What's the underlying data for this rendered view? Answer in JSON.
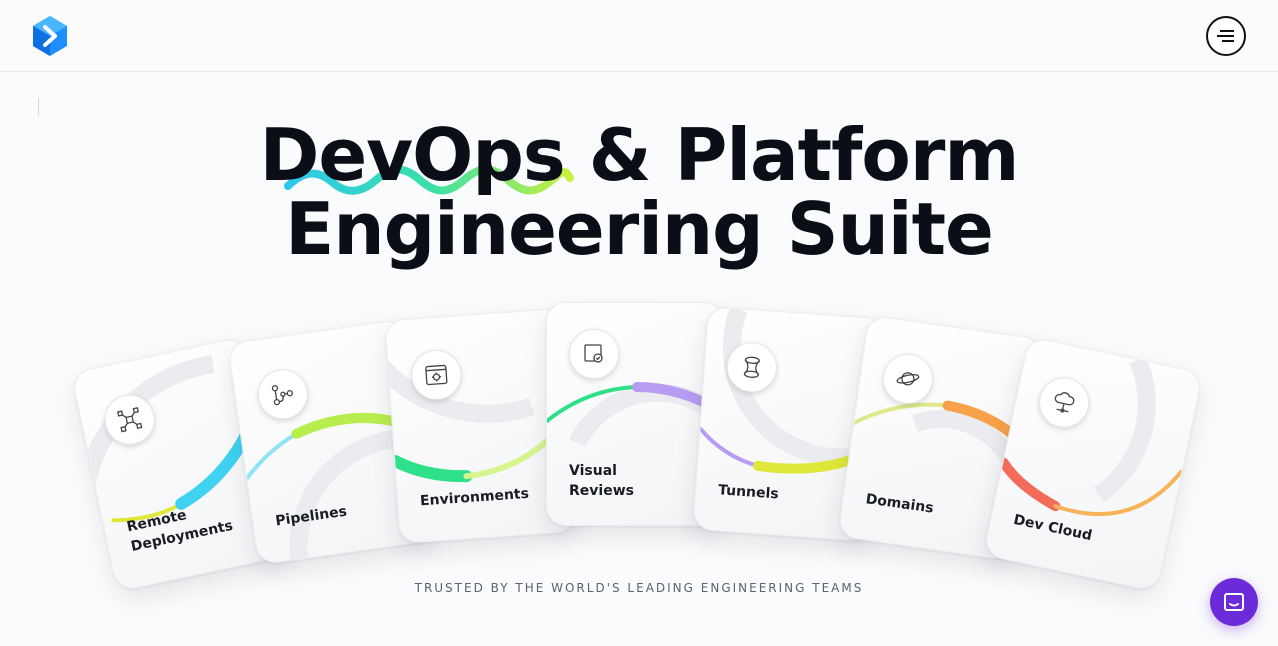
{
  "header": {
    "logo_icon": "chevron-logo-icon",
    "menu_icon": "hamburger-menu-icon"
  },
  "hero": {
    "line1": "DevOps & Platform",
    "line2": "Engineering Suite"
  },
  "cards": [
    {
      "label": "Remote\nDeployments",
      "icon": "network-nodes-icon"
    },
    {
      "label": "Pipelines",
      "icon": "pipeline-icon"
    },
    {
      "label": "Environments",
      "icon": "gear-window-icon"
    },
    {
      "label": "Visual\nReviews",
      "icon": "review-screen-icon"
    },
    {
      "label": "Tunnels",
      "icon": "tunnel-icon"
    },
    {
      "label": "Domains",
      "icon": "planet-icon"
    },
    {
      "label": "Dev Cloud",
      "icon": "cloud-icon"
    }
  ],
  "trusted_text": "TRUSTED BY THE WORLD'S LEADING ENGINEERING TEAMS",
  "chat": {
    "icon": "chat-bubble-icon"
  },
  "colors": {
    "accent_purple": "#6c2bd9",
    "cyan": "#3fd2f1",
    "lime": "#c6ee3a",
    "green": "#2fe08a",
    "violet": "#b89bf2",
    "yellow": "#dfe83a",
    "orange": "#f7a24a",
    "coral": "#f26b5b"
  }
}
